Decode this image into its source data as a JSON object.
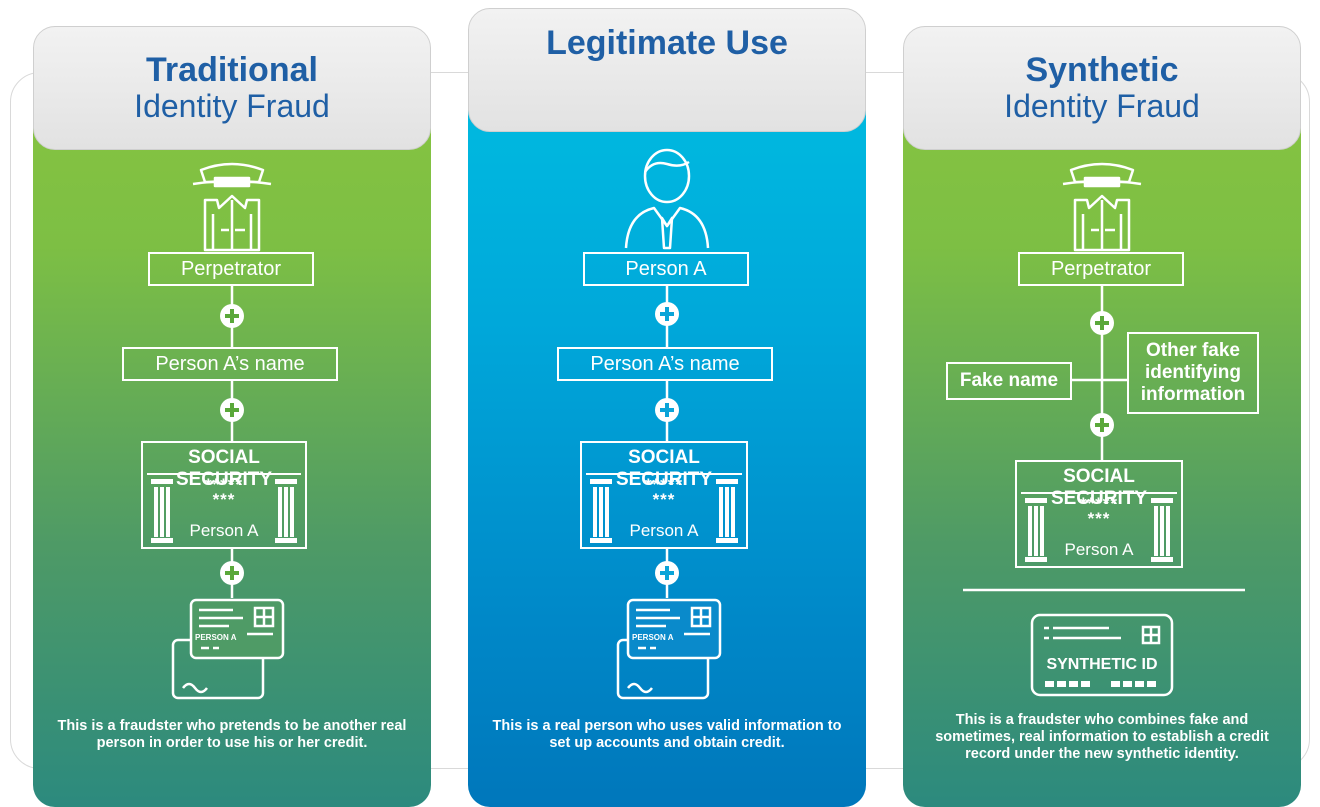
{
  "panels": {
    "traditional": {
      "title_bold": "Traditional",
      "title_light": "Identity Fraud",
      "actor_label": "Perpetrator",
      "name_label": "Person A’s name",
      "ss_title": "SOCIAL SECURITY",
      "ss_stars_1": "*****",
      "ss_stars_2": "***",
      "ss_person": "Person A",
      "card_label": "PERSON A",
      "description": "This is a fraudster who pretends to be another real person in order to use his or her credit."
    },
    "legitimate": {
      "title_bold": "Legitimate Use",
      "actor_label": "Person A",
      "name_label": "Person A’s name",
      "ss_title": "SOCIAL SECURITY",
      "ss_stars_1": "*****",
      "ss_stars_2": "***",
      "ss_person": "Person A",
      "card_label": "PERSON A",
      "description": "This is a real person who uses valid information to set up accounts and obtain credit."
    },
    "synthetic": {
      "title_bold": "Synthetic",
      "title_light": "Identity Fraud",
      "actor_label": "Perpetrator",
      "fake_name_label": "Fake name",
      "other_info_label": "Other fake identifying information",
      "ss_title": "SOCIAL SECURITY",
      "ss_stars_1": "*****",
      "ss_stars_2": "***",
      "ss_person": "Person A",
      "card_label": "SYNTHETIC ID",
      "description": "This is a fraudster who combines fake and sometimes, real information to establish a credit record under the new synthetic identity."
    }
  },
  "colors": {
    "header_text": "#1f5fa5",
    "green_top": "#88c440",
    "green_bottom": "#2c8a7e",
    "blue_top": "#00bde1",
    "blue_bottom": "#0077bb"
  },
  "icons": [
    "spy-icon",
    "businessman-icon",
    "plus-icon",
    "pillar-icon",
    "credit-card-icon",
    "id-card-icon"
  ]
}
